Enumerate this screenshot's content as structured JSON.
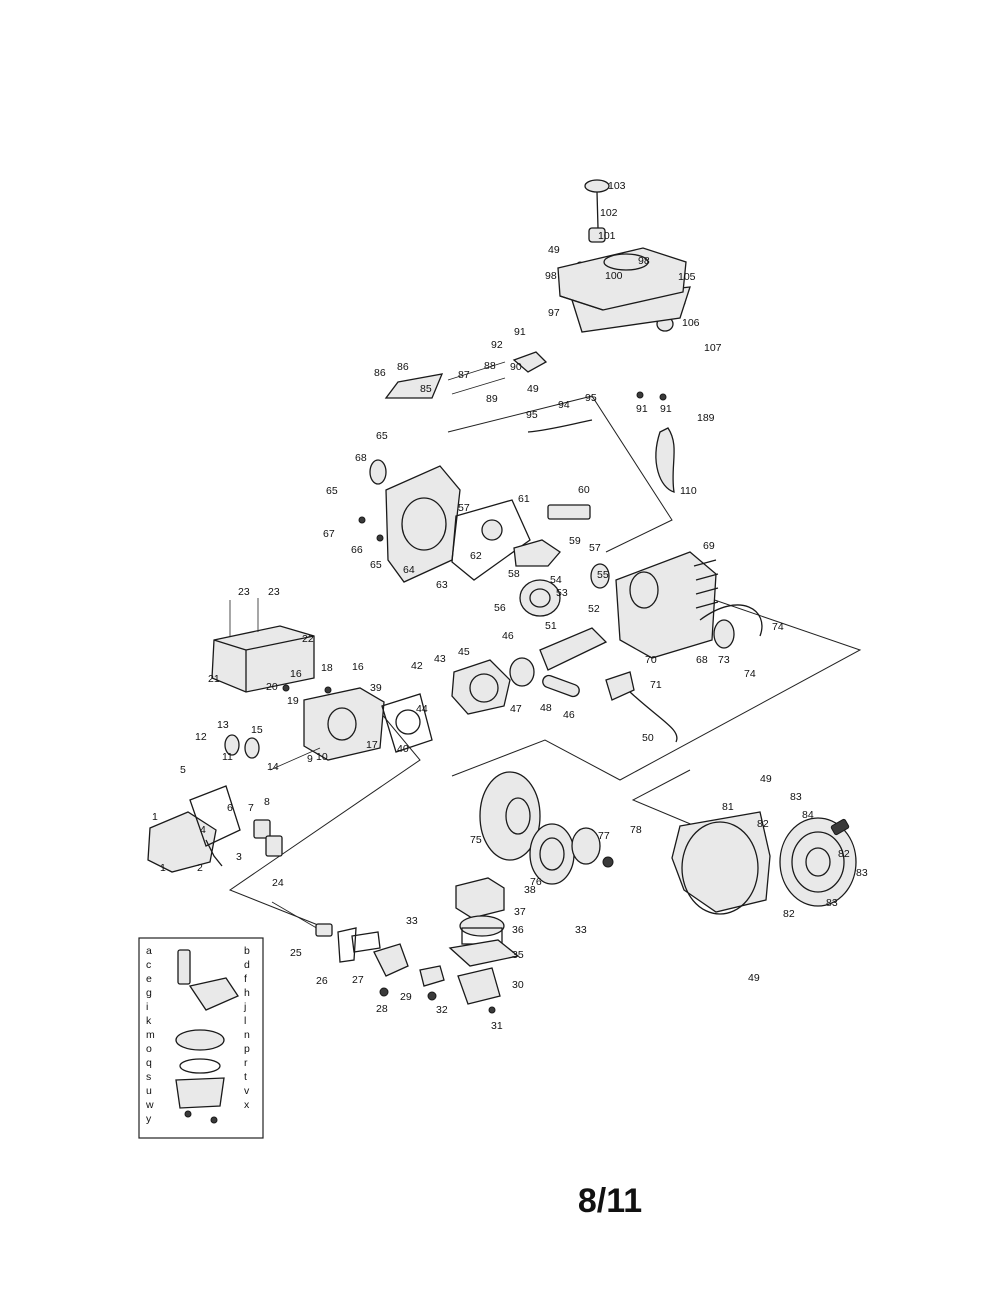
{
  "page_number": "8/11",
  "callouts": [
    "103",
    "102",
    "101",
    "49",
    "98",
    "100",
    "98",
    "105",
    "97",
    "106",
    "107",
    "91",
    "92",
    "90",
    "49",
    "86",
    "86",
    "88",
    "87",
    "85",
    "89",
    "95",
    "94",
    "95",
    "91",
    "91",
    "189",
    "110",
    "65",
    "68",
    "65",
    "67",
    "66",
    "65",
    "64",
    "61",
    "57",
    "62",
    "63",
    "60",
    "59",
    "57",
    "58",
    "55",
    "54",
    "53",
    "56",
    "52",
    "69",
    "23",
    "23",
    "22",
    "18",
    "16",
    "21",
    "20",
    "19",
    "16",
    "15",
    "13",
    "12",
    "11",
    "10",
    "14",
    "9",
    "8",
    "7",
    "6",
    "5",
    "1",
    "1",
    "4",
    "3",
    "2",
    "42",
    "43",
    "39",
    "44",
    "40",
    "17",
    "45",
    "46",
    "47",
    "48",
    "46",
    "51",
    "70",
    "71",
    "50",
    "68",
    "73",
    "74",
    "74",
    "49",
    "83",
    "84",
    "81",
    "82",
    "82",
    "83",
    "82",
    "83",
    "75",
    "76",
    "77",
    "78",
    "38",
    "37",
    "36",
    "35",
    "33",
    "33",
    "24",
    "25",
    "26",
    "27",
    "28",
    "29",
    "32",
    "30",
    "31",
    "49"
  ],
  "inset_letters": [
    "a",
    "b",
    "c",
    "d",
    "e",
    "f",
    "g",
    "h",
    "i",
    "j",
    "k",
    "l",
    "m",
    "n",
    "o",
    "p",
    "q",
    "r",
    "s",
    "t",
    "u",
    "v",
    "w",
    "x",
    "y"
  ]
}
